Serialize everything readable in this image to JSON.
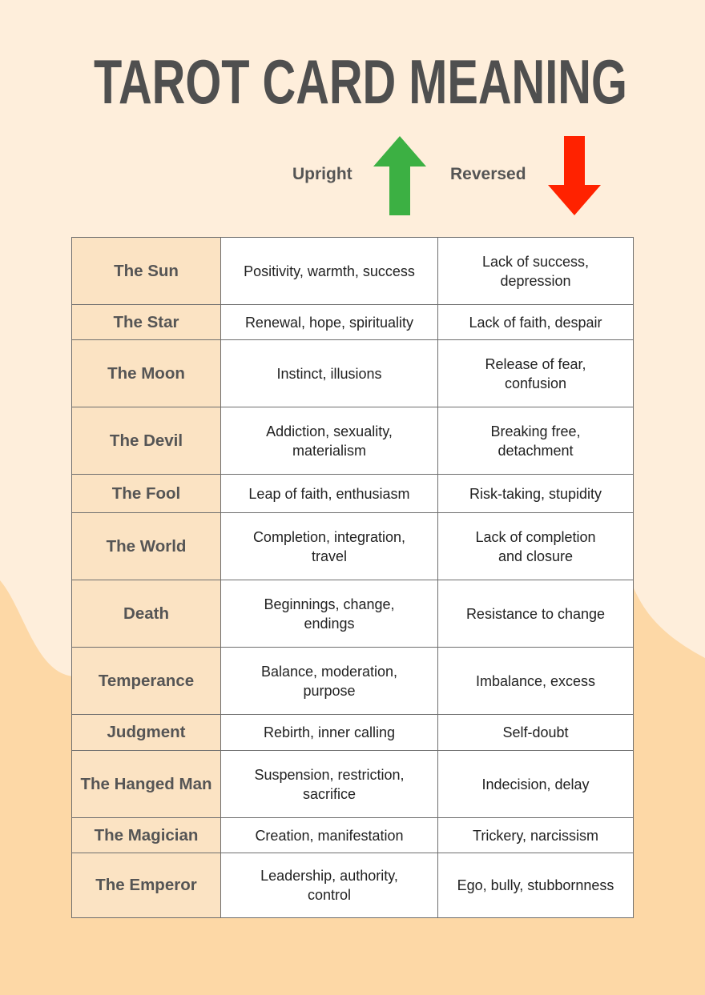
{
  "title": "TAROT CARD MEANING",
  "legend": {
    "upright_label": "Upright",
    "upright_icon": "arrow-up-icon",
    "upright_color": "#3cb043",
    "reversed_label": "Reversed",
    "reversed_icon": "arrow-down-icon",
    "reversed_color": "#ff2200"
  },
  "colors": {
    "background_light": "#feeedb",
    "background_wave": "#fdd8a6",
    "name_column": "#fbe3c3",
    "text": "#4f4f4f"
  },
  "rows": [
    {
      "card": "The Sun",
      "upright": "Positivity, warmth, success",
      "reversed": "Lack of success,\ndepression"
    },
    {
      "card": "The Star",
      "upright": "Renewal, hope, spirituality",
      "reversed": "Lack of faith, despair"
    },
    {
      "card": "The Moon",
      "upright": "Instinct, illusions",
      "reversed": "Release of fear,\nconfusion"
    },
    {
      "card": "The Devil",
      "upright": "Addiction, sexuality,\nmaterialism",
      "reversed": "Breaking free,\ndetachment"
    },
    {
      "card": "The Fool",
      "upright": "Leap of faith, enthusiasm",
      "reversed": "Risk-taking, stupidity"
    },
    {
      "card": "The World",
      "upright": "Completion, integration,\ntravel",
      "reversed": "Lack of completion\nand closure"
    },
    {
      "card": "Death",
      "upright": "Beginnings, change,\nendings",
      "reversed": "Resistance to change"
    },
    {
      "card": "Temperance",
      "upright": "Balance, moderation,\npurpose",
      "reversed": "Imbalance, excess"
    },
    {
      "card": "Judgment",
      "upright": "Rebirth, inner calling",
      "reversed": "Self-doubt"
    },
    {
      "card": "The Hanged Man",
      "upright": "Suspension, restriction,\nsacrifice",
      "reversed": "Indecision, delay"
    },
    {
      "card": "The Magician",
      "upright": "Creation, manifestation",
      "reversed": "Trickery, narcissism"
    },
    {
      "card": "The Emperor",
      "upright": "Leadership, authority,\ncontrol",
      "reversed": "Ego, bully, stubbornness"
    }
  ]
}
